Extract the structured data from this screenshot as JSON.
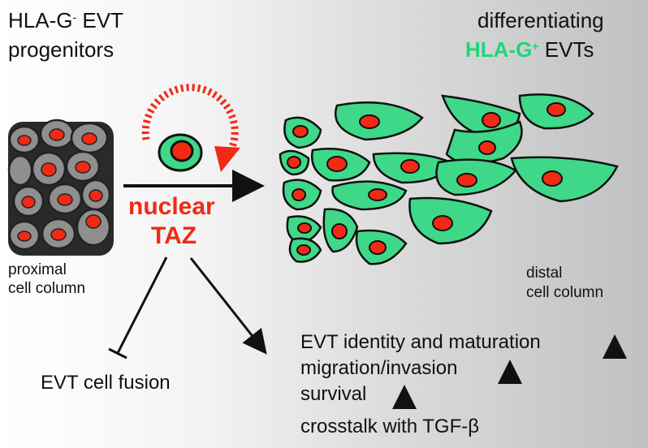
{
  "header_left": {
    "line1_a": "HLA-G",
    "line1_sup": "-",
    "line1_b": " EVT",
    "line2": "progenitors"
  },
  "header_right": {
    "line1": "differentiating",
    "line2_a": "HLA-G",
    "line2_sup": "+",
    "line2_b": " EVTs"
  },
  "center_label": {
    "line1": "nuclear",
    "line2": "TAZ"
  },
  "proximal_label": {
    "line1": "proximal",
    "line2": "cell column"
  },
  "distal_label": {
    "line1": "distal",
    "line2": "cell column"
  },
  "inhibited": "EVT cell fusion",
  "promoted": [
    "EVT identity and maturation",
    "migration/invasion",
    "survival",
    "crosstalk with TGF-β"
  ],
  "colors": {
    "evt_green": "#3ed888",
    "nucleus_red": "#f02a14",
    "progenitor_gray": "#8f8f8f",
    "label_green": "#1fd676"
  }
}
